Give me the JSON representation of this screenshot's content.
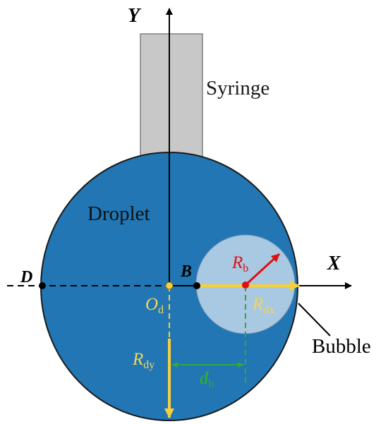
{
  "labels": {
    "y_axis": "Y",
    "x_axis": "X",
    "syringe": "Syringe",
    "droplet": "Droplet",
    "bubble": "Bubble",
    "point_d": "D",
    "point_b": "B",
    "origin_main": "O",
    "origin_sub": "d",
    "rb_main": "R",
    "rb_sub": "b",
    "rdx_main": "R",
    "rdx_sub": "dx",
    "rdy_main": "R",
    "rdy_sub": "dy",
    "db_main": "d",
    "db_sub": "b"
  },
  "colors": {
    "droplet_fill": "#2176b3",
    "droplet_stroke": "#1a1a1a",
    "bubble_fill": "#a9c8e2",
    "syringe_fill": "#c8c8c8",
    "syringe_stroke": "#808080",
    "radius_yellow": "#f5cf3c",
    "label_yellow": "#f2d65b",
    "distance_green": "#2ea844",
    "bubble_radius_red": "#e01010",
    "axis_black": "#000000"
  }
}
